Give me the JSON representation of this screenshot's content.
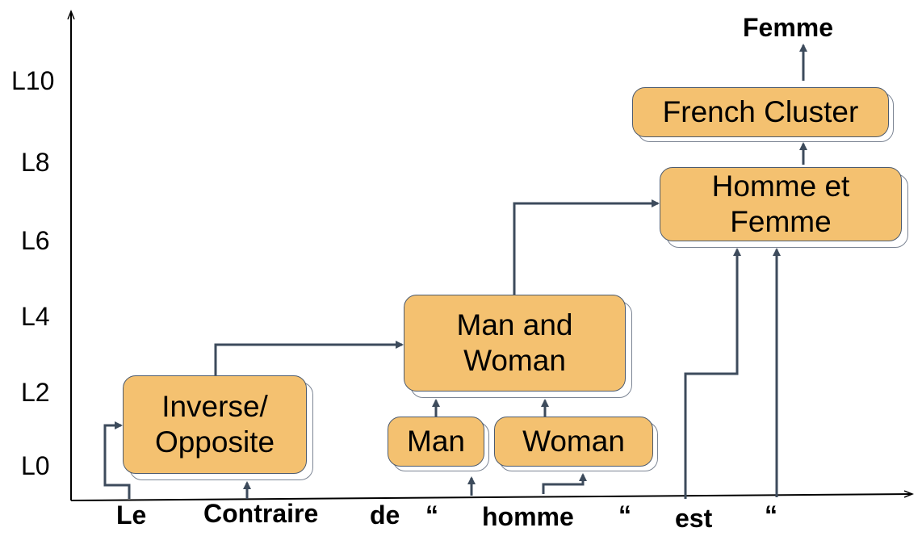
{
  "diagram": {
    "layers": [
      "L0",
      "L2",
      "L4",
      "L6",
      "L8",
      "L10"
    ],
    "tokens": [
      "Le",
      "Contraire",
      "de",
      "“",
      "homme",
      "“",
      "est",
      "“"
    ],
    "output": "Femme",
    "nodes": {
      "inverse": {
        "line1": "Inverse/",
        "line2": "Opposite"
      },
      "man": {
        "label": "Man"
      },
      "woman": {
        "label": "Woman"
      },
      "man_and_woman": {
        "line1": "Man and",
        "line2": "Woman"
      },
      "homme_et_femme": {
        "line1": "Homme et",
        "line2": "Femme"
      },
      "french_cluster": {
        "label": "French Cluster"
      }
    },
    "colors": {
      "node_fill": "#f4c170",
      "node_border": "#4d5b6e",
      "arrow": "#3d4b5c",
      "axis": "#000000"
    }
  }
}
